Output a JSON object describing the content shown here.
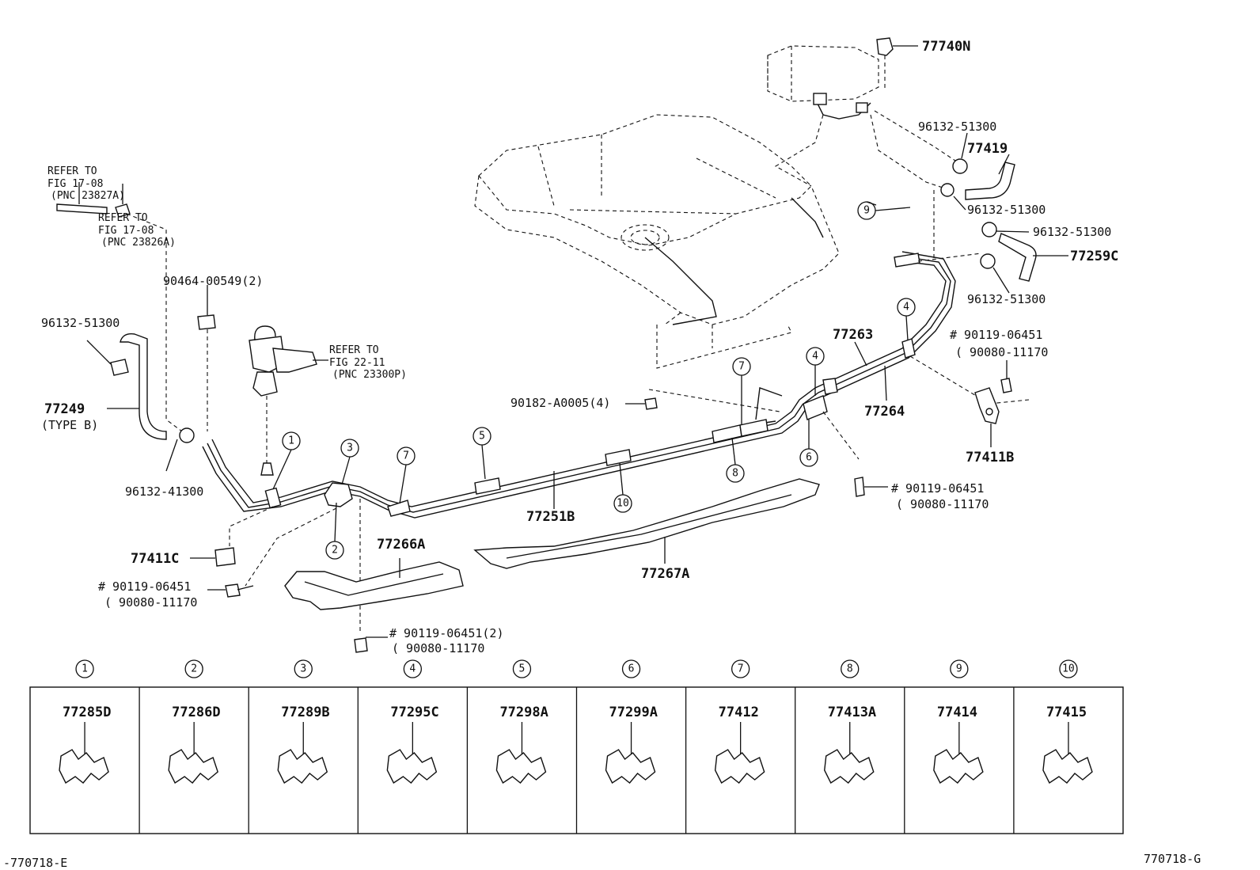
{
  "labels": {
    "ref1_l1": "REFER TO",
    "ref1_l2": "FIG 17-08",
    "ref1_l3": "(PNC 23827A)",
    "ref2_l1": "REFER TO",
    "ref2_l2": "FIG 17-08",
    "ref2_l3": "(PNC 23826A)",
    "p90464": "90464-00549(2)",
    "ref3_l1": "REFER TO",
    "ref3_l2": "FIG 22-11",
    "ref3_l3": "(PNC 23300P)",
    "p96132_left": "96132-51300",
    "p77249": "77249",
    "p77249_type": "(TYPE B)",
    "p96132_41300": "96132-41300",
    "p77411c": "77411C",
    "p90119_a": "# 90119-06451",
    "p90080_a": "( 90080-11170",
    "p77266a": "77266A",
    "p90119_b": "# 90119-06451(2)",
    "p90080_b": "( 90080-11170",
    "p90182": "90182-A0005(4)",
    "p77251b": "77251B",
    "p77267a": "77267A",
    "p77740n": "77740N",
    "p96132_r1": "96132-51300",
    "p77419": "77419",
    "p96132_r2": "96132-51300",
    "p96132_r3": "96132-51300",
    "p77259c": "77259C",
    "p96132_r4": "96132-51300",
    "p77263": "77263",
    "p77264": "77264",
    "p90119_c": "# 90119-06451",
    "p90080_c": "( 90080-11170",
    "p77411b": "77411B",
    "p90119_d": "# 90119-06451",
    "p90080_d": "( 90080-11170",
    "footer_left": "-770718-E",
    "footer_right": "770718-G"
  },
  "callouts": [
    "1",
    "2",
    "3",
    "4",
    "4",
    "5",
    "6",
    "7",
    "7",
    "8",
    "9",
    "10"
  ],
  "clamps": [
    {
      "num": "1",
      "part": "77285D"
    },
    {
      "num": "2",
      "part": "77286D"
    },
    {
      "num": "3",
      "part": "77289B"
    },
    {
      "num": "4",
      "part": "77295C"
    },
    {
      "num": "5",
      "part": "77298A"
    },
    {
      "num": "6",
      "part": "77299A"
    },
    {
      "num": "7",
      "part": "77412"
    },
    {
      "num": "8",
      "part": "77413A"
    },
    {
      "num": "9",
      "part": "77414"
    },
    {
      "num": "10",
      "part": "77415"
    }
  ]
}
